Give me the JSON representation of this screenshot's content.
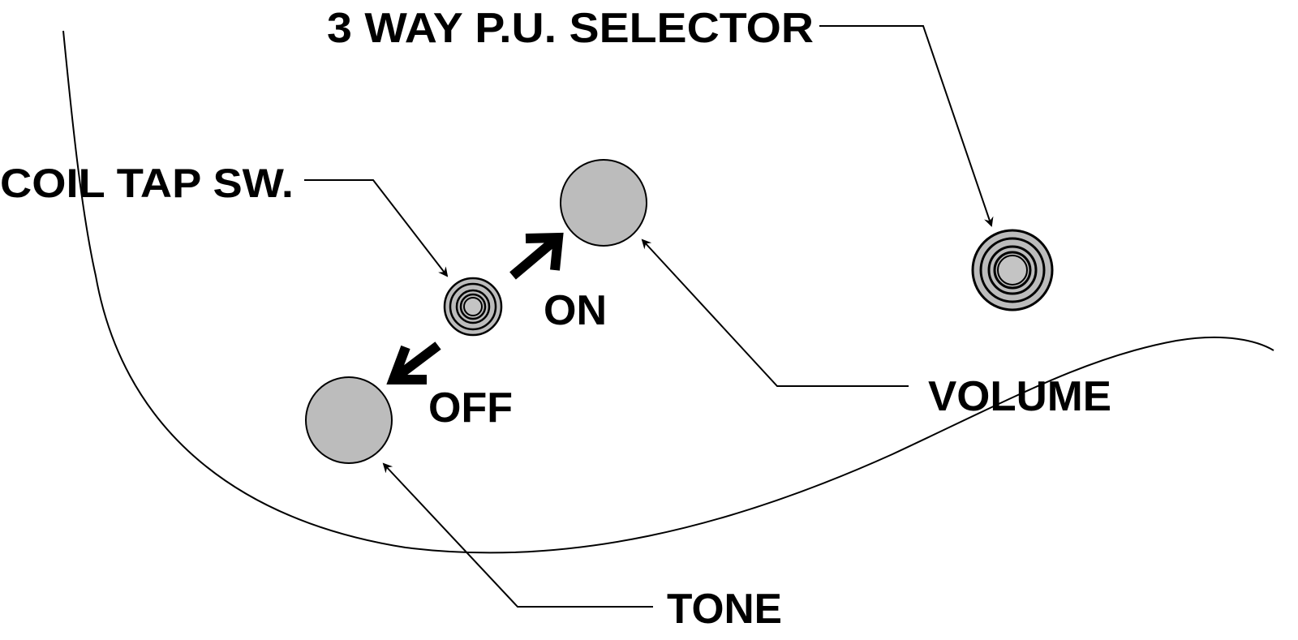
{
  "labels": {
    "selector": "3 WAY P.U. SELECTOR",
    "coil_tap": "COIL TAP SW.",
    "on": "ON",
    "off": "OFF",
    "volume": "VOLUME",
    "tone": "TONE"
  },
  "colors": {
    "knob_fill": "#bcbcbc",
    "line": "#000000",
    "background": "#ffffff"
  }
}
